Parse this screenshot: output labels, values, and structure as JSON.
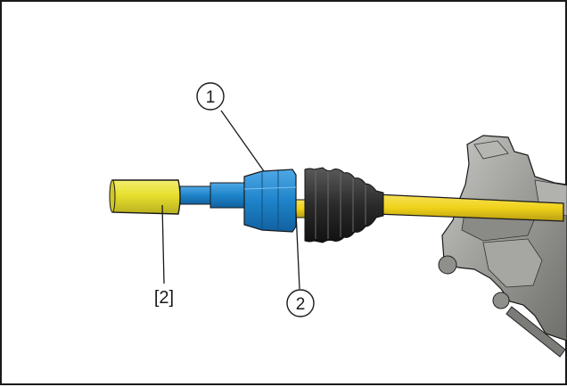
{
  "illustration": {
    "callouts": [
      {
        "id": "callout-1",
        "label": "1"
      },
      {
        "id": "callout-2",
        "label": "2"
      }
    ],
    "reference_label": "[2]",
    "colors": {
      "tool": "#e6df2e",
      "joint": "#1e84c9",
      "shaft": "#f0d21a",
      "boot": "#2a2a2a",
      "housing": "#9a9a96",
      "outline": "#1a1a1a"
    }
  }
}
